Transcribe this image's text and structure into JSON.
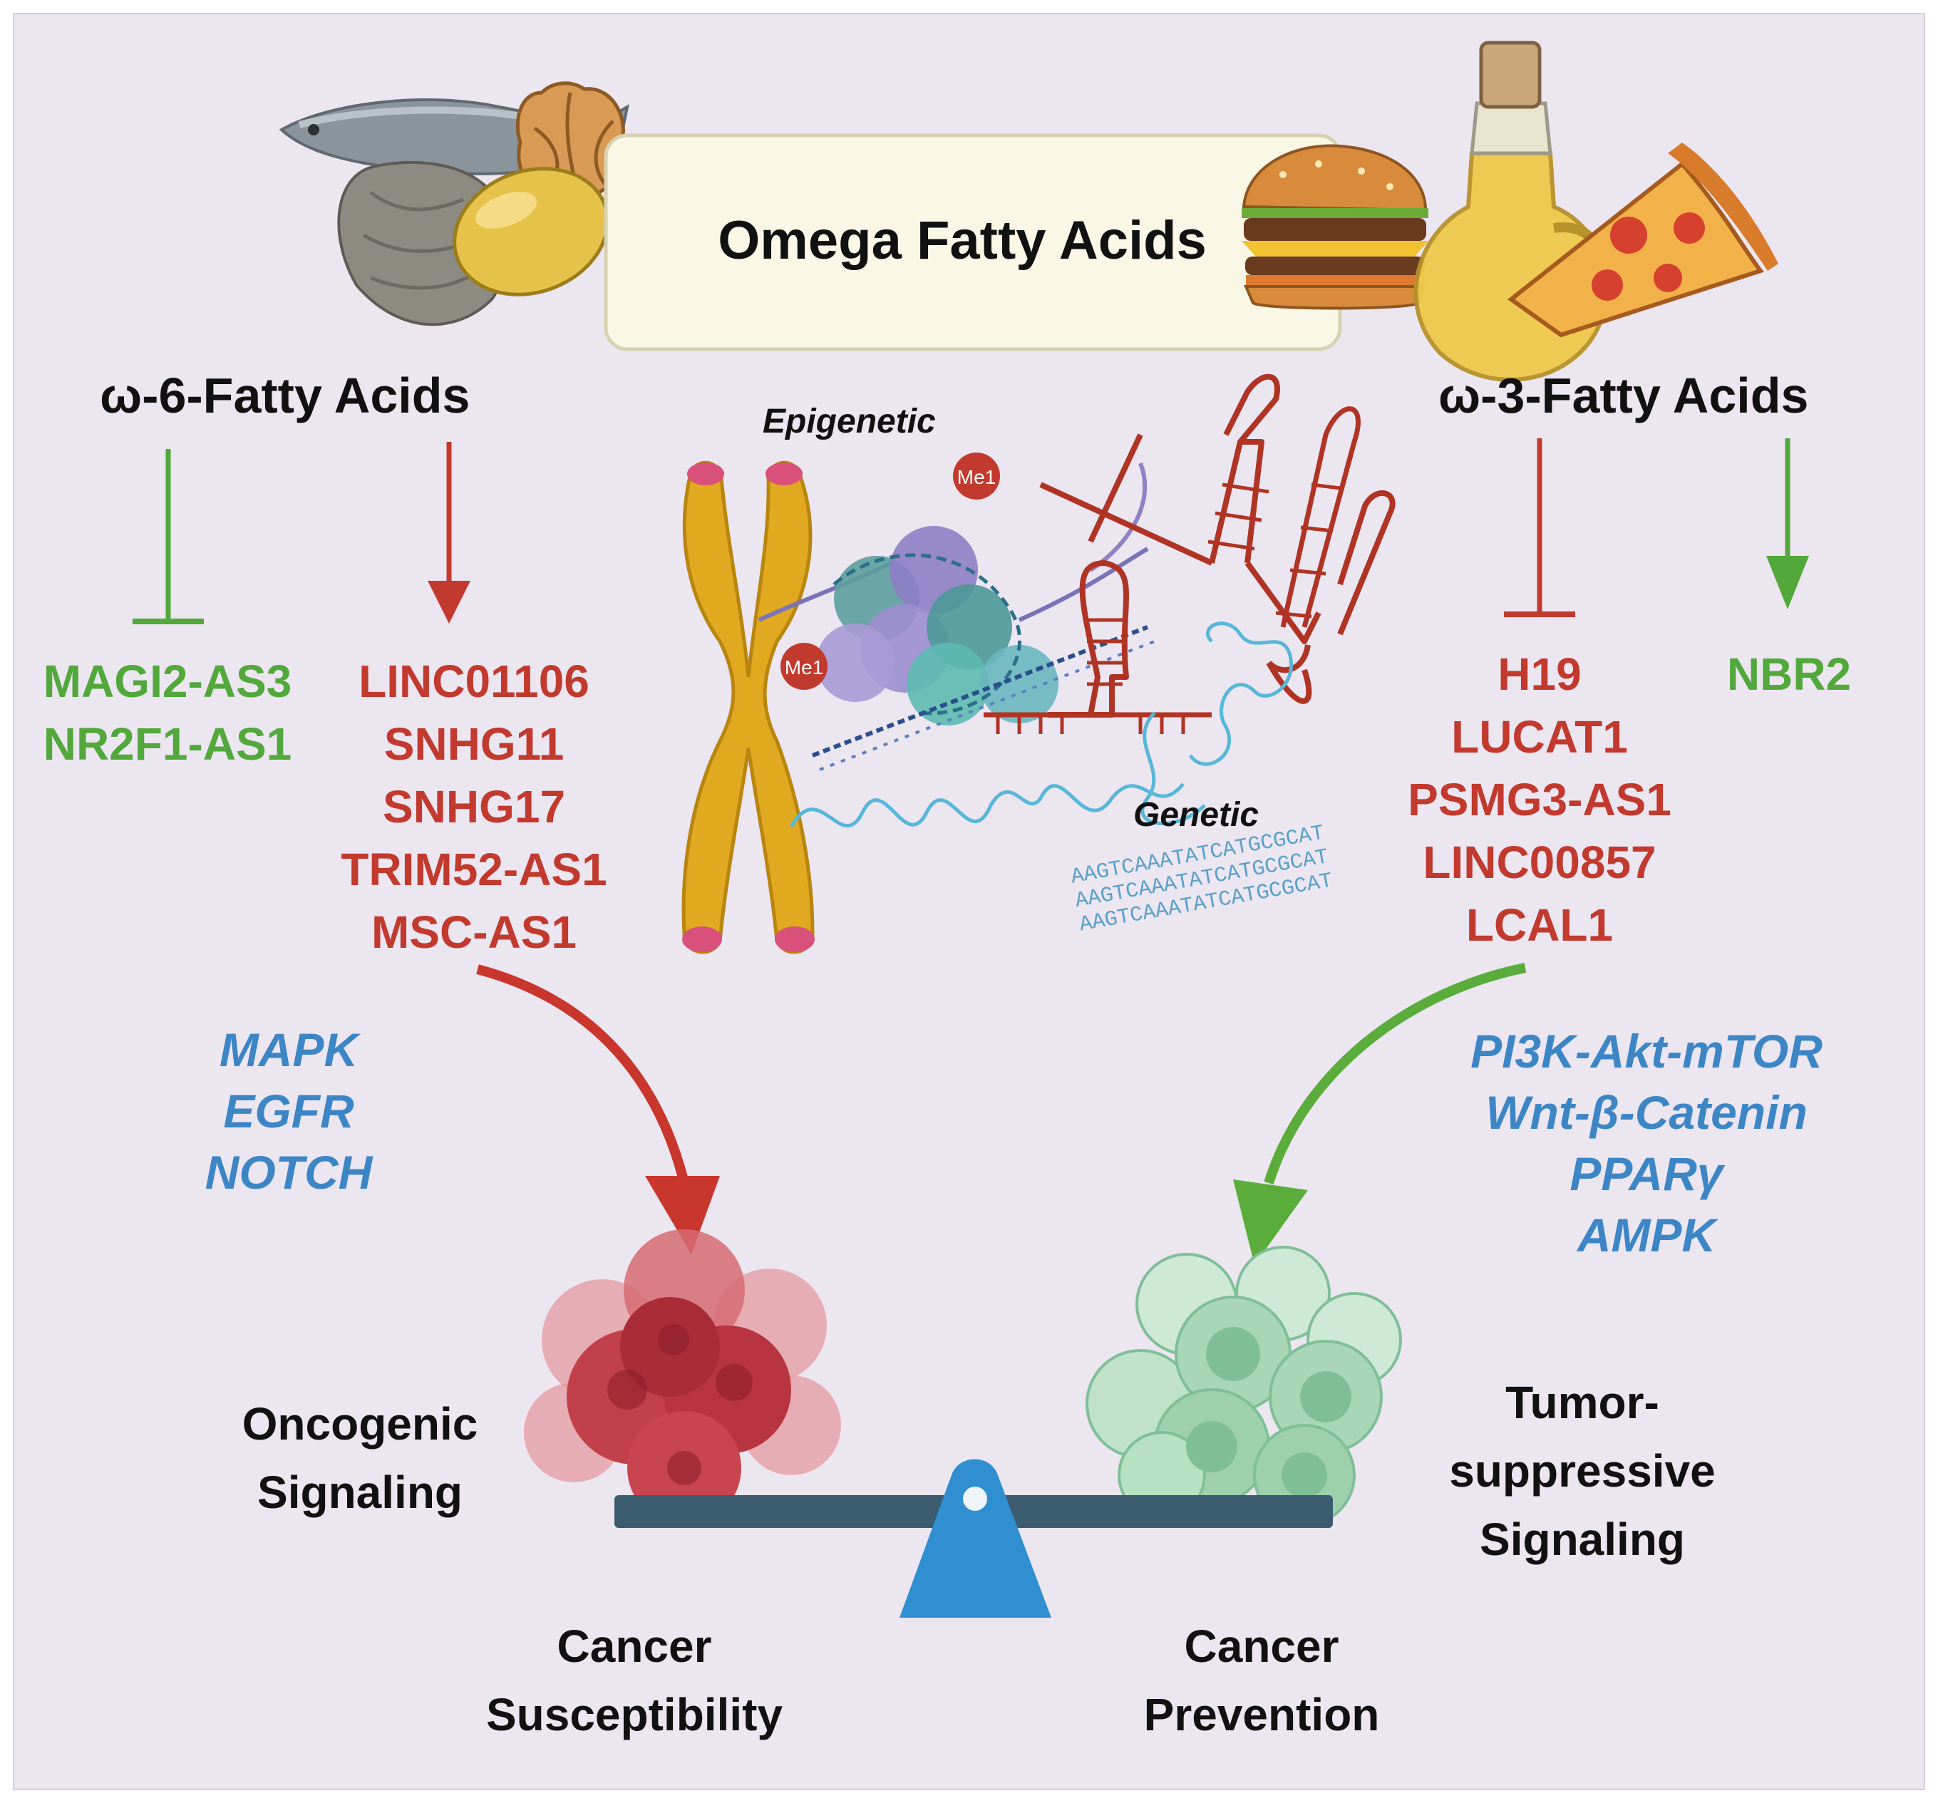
{
  "title": "Omega Fatty Acids",
  "omega6": {
    "heading": "ω-6-Fatty Acids",
    "inhibited": [
      "MAGI2-AS3",
      "NR2F1-AS1"
    ],
    "induced": [
      "LINC01106",
      "SNHG11",
      "SNHG17",
      "TRIM52-AS1",
      "MSC-AS1"
    ],
    "pathways": [
      "MAPK",
      "EGFR",
      "NOTCH"
    ]
  },
  "omega3": {
    "heading": "ω-3-Fatty Acids",
    "inhibited": [
      "H19",
      "LUCAT1",
      "PSMG3-AS1",
      "LINC00857",
      "LCAL1"
    ],
    "induced": [
      "NBR2"
    ],
    "pathways": [
      "PI3K-Akt-mTOR",
      "Wnt-β-Catenin",
      "PPARγ",
      "AMPK"
    ]
  },
  "center": {
    "epigenetic_label": "Epigenetic",
    "genetic_label": "Genetic",
    "methyl_tag": "Me1",
    "dna_sequence": "AAGTCAAATATCATGCGCAT"
  },
  "outcomes": {
    "left_signal": [
      "Oncogenic",
      "Signaling"
    ],
    "right_signal": [
      "Tumor-",
      "suppressive",
      "Signaling"
    ],
    "left_result": [
      "Cancer",
      "Susceptibility"
    ],
    "right_result": [
      "Cancer",
      "Prevention"
    ]
  },
  "colors": {
    "background": "#ece6f1",
    "promote": "#52a83b",
    "inhibit": "#c23a2e",
    "pathway": "#3d86c6",
    "scale": "#3b5b6e",
    "fulcrum": "#2f8fd0"
  }
}
